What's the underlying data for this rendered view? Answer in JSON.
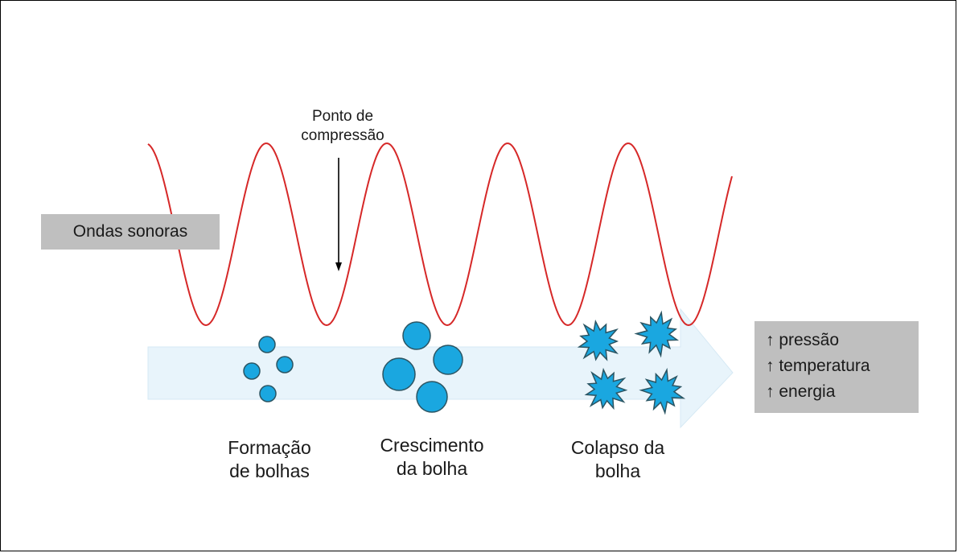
{
  "diagram": {
    "wave_label": "Ondas sonoras",
    "compression_label_line1": "Ponto de",
    "compression_label_line2": "compressão",
    "stages": [
      {
        "line1": "Formação",
        "line2": "de bolhas"
      },
      {
        "line1": "Crescimento",
        "line2": "da bolha"
      },
      {
        "line1": "Colapso da",
        "line2": "bolha"
      }
    ],
    "effects": [
      "↑ pressão",
      "↑ temperatura",
      "↑ energia"
    ],
    "colors": {
      "wave": "#d62828",
      "bubble_fill": "#1aa7e0",
      "bubble_stroke": "#2b5563",
      "arrow_fill": "#e8f4fb",
      "box_fill": "#bfbfbf"
    }
  }
}
